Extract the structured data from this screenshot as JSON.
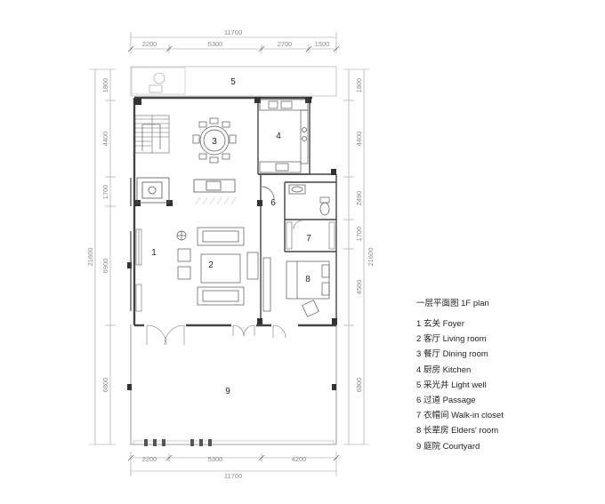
{
  "legend": {
    "title": "一层平面图 1F plan",
    "items": [
      {
        "num": "1",
        "label": "玄关 Foyer"
      },
      {
        "num": "2",
        "label": "客厅 Living room"
      },
      {
        "num": "3",
        "label": "餐厅 Dining room"
      },
      {
        "num": "4",
        "label": "厨房 Kitchen"
      },
      {
        "num": "5",
        "label": "采光井 Light well"
      },
      {
        "num": "6",
        "label": "过道 Passage"
      },
      {
        "num": "7",
        "label": "衣帽间 Walk-in closet"
      },
      {
        "num": "8",
        "label": "长辈房 Elders' room"
      },
      {
        "num": "9",
        "label": "庭院 Courtyard"
      }
    ]
  },
  "rooms": [
    "1",
    "2",
    "3",
    "4",
    "5",
    "6",
    "7",
    "8",
    "9"
  ],
  "dimensions": {
    "top_total": "11700",
    "top_segments": [
      "2200",
      "5300",
      "2700",
      "1500"
    ],
    "bottom_total": "11700",
    "bottom_segments": [
      "2200",
      "5300",
      "4200"
    ],
    "left_total": "21600",
    "left_segments": [
      "1800",
      "4400",
      "1700",
      "6900",
      "6800"
    ],
    "right_total": "21600",
    "right_segments": [
      "1800",
      "4400",
      "2490",
      "1700",
      "4500",
      "6800"
    ]
  }
}
